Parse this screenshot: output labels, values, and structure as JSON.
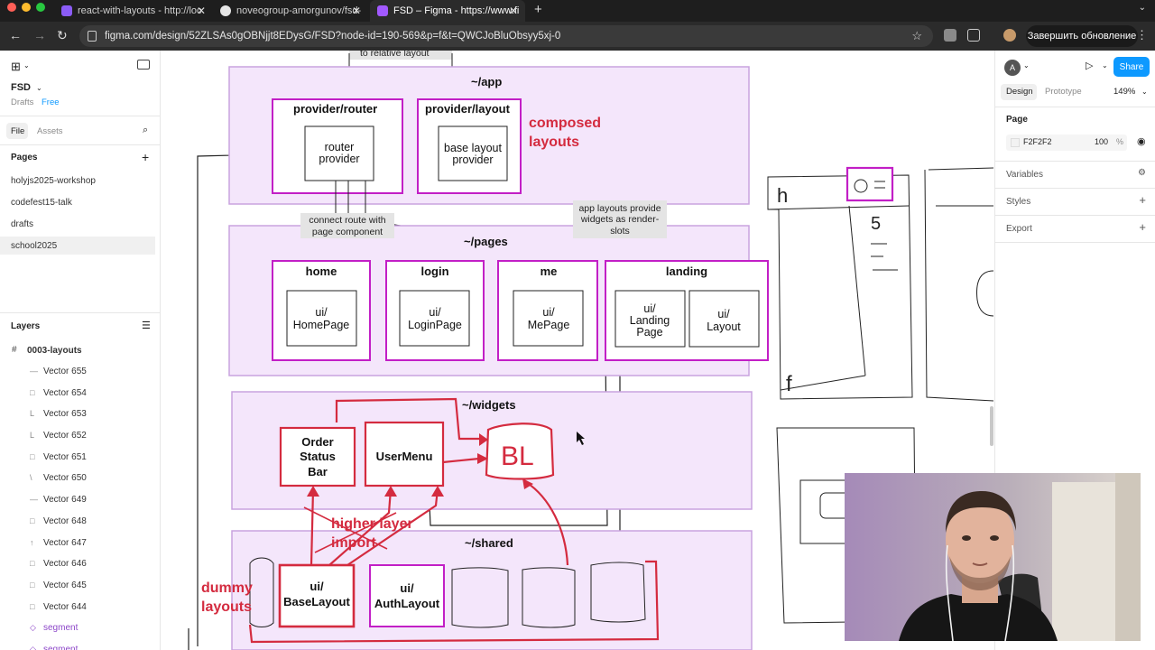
{
  "browser": {
    "tabs": [
      {
        "title": "react-with-layouts - http://loc",
        "active": false,
        "icon_color": "#8b5cf6"
      },
      {
        "title": "noveogroup-amorgunov/fsd-",
        "active": false,
        "icon_color": "#ffffff"
      },
      {
        "title": "FSD – Figma - https://www.fi",
        "active": true,
        "icon_color": "#a259ff"
      }
    ],
    "url": "figma.com/design/52ZLSAs0gOBNjjt8EDysG/FSD?node-id=190-569&p=f&t=QWCJoBluObsyy5xj-0",
    "update_button": "Завершить обновление"
  },
  "left_panel": {
    "file_name": "FSD",
    "drafts": "Drafts",
    "plan": "Free",
    "tab_file": "File",
    "tab_assets": "Assets",
    "pages_title": "Pages",
    "pages": [
      "holyjs2025-workshop",
      "codefest15-talk",
      "drafts",
      "school2025"
    ],
    "selected_page": "school2025",
    "layers_title": "Layers",
    "frame_layer": "0003-layouts",
    "layers": [
      {
        "name": "Vector 655",
        "icon": "—"
      },
      {
        "name": "Vector 654",
        "icon": "□"
      },
      {
        "name": "Vector 653",
        "icon": "L"
      },
      {
        "name": "Vector 652",
        "icon": "L"
      },
      {
        "name": "Vector 651",
        "icon": "□"
      },
      {
        "name": "Vector 650",
        "icon": "\\"
      },
      {
        "name": "Vector 649",
        "icon": "—"
      },
      {
        "name": "Vector 648",
        "icon": "□"
      },
      {
        "name": "Vector 647",
        "icon": "↑"
      },
      {
        "name": "Vector 646",
        "icon": "□"
      },
      {
        "name": "Vector 645",
        "icon": "□"
      },
      {
        "name": "Vector 644",
        "icon": "□"
      },
      {
        "name": "segment",
        "icon": "◇"
      },
      {
        "name": "segment",
        "icon": "◇"
      }
    ]
  },
  "canvas": {
    "top_note": "to relative layout",
    "layers": {
      "app": "~/app",
      "pages": "~/pages",
      "widgets": "~/widgets",
      "shared": "~/shared"
    },
    "app_boxes": [
      {
        "title": "provider/router",
        "inner": [
          "router",
          "provider"
        ]
      },
      {
        "title": "provider/layout",
        "inner": [
          "base layout",
          "provider"
        ]
      }
    ],
    "composed_label": [
      "composed",
      "layouts"
    ],
    "notes": {
      "connect": [
        "connect route with",
        "page component"
      ],
      "app_layouts": [
        "app layouts provide",
        "widgets as render-",
        "slots"
      ]
    },
    "page_boxes": [
      {
        "title": "home",
        "inner": [
          "ui/",
          "HomePage"
        ]
      },
      {
        "title": "login",
        "inner": [
          "ui/",
          "LoginPage"
        ]
      },
      {
        "title": "me",
        "inner": [
          "ui/",
          "MePage"
        ]
      }
    ],
    "landing": {
      "title": "landing",
      "inner_a": [
        "ui/",
        "Landing",
        "Page"
      ],
      "inner_b": [
        "ui/",
        "Layout"
      ]
    },
    "widgets": [
      {
        "label": [
          "Order",
          "Status",
          "Bar"
        ]
      },
      {
        "label": [
          "UserMenu"
        ]
      }
    ],
    "bl_sketch": "BL",
    "higher_layer": [
      "higher layer",
      "import"
    ],
    "dummy_layouts": [
      "dummy",
      "layouts"
    ],
    "shared_boxes": [
      {
        "label": [
          "ui/",
          "BaseLayout"
        ]
      },
      {
        "label": [
          "ui/",
          "AuthLayout"
        ]
      }
    ],
    "sketch_letters": {
      "h": "h",
      "five": "5",
      "f": "f"
    }
  },
  "right_panel": {
    "avatar": "A",
    "share": "Share",
    "tab_design": "Design",
    "tab_prototype": "Prototype",
    "zoom": "149%",
    "page_title": "Page",
    "bg_color": "F2F2F2",
    "opacity": "100",
    "opacity_unit": "%",
    "variables": "Variables",
    "styles": "Styles",
    "export": "Export"
  },
  "colors": {
    "magenta": "#c21fc6",
    "lavender_fill": "#f4e6fb",
    "lavender_border": "#c9a3df",
    "red": "#d42b3f",
    "figma_blue": "#0d99ff"
  }
}
